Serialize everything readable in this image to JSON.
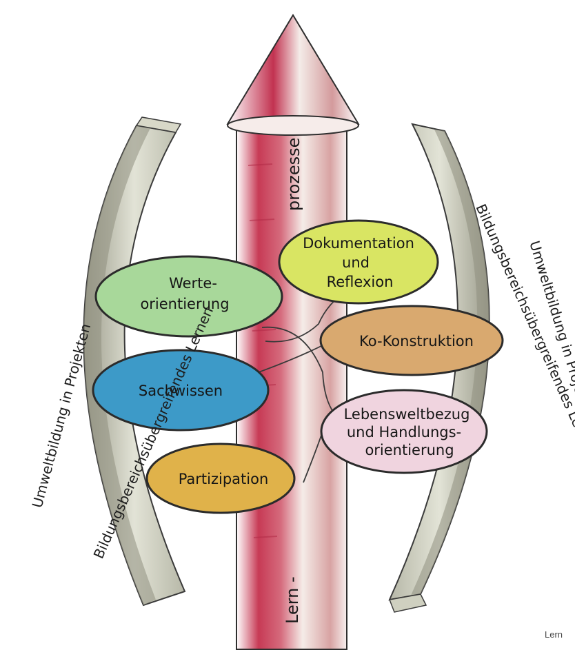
{
  "pillar": {
    "text_top": "prozesse",
    "text_bottom": "Lern -"
  },
  "ovals": [
    {
      "id": "werte",
      "lines": [
        "Werte-",
        "orientierung"
      ],
      "color": "#a8d89a"
    },
    {
      "id": "sachwissen",
      "lines": [
        "Sachwissen"
      ],
      "color": "#3d9ac8"
    },
    {
      "id": "partizipation",
      "lines": [
        "Partizipation"
      ],
      "color": "#e0b24a"
    },
    {
      "id": "dokumentation",
      "lines": [
        "Dokumentation",
        "und",
        "Reflexion"
      ],
      "color": "#d9e563"
    },
    {
      "id": "kokonstruktion",
      "lines": [
        "Ko-Konstruktion"
      ],
      "color": "#d9a96f"
    },
    {
      "id": "lebenswelt",
      "lines": [
        "Lebensweltbezug",
        "und Handlungs-",
        "orientierung"
      ],
      "color": "#f0d4df"
    }
  ],
  "arcs": {
    "left_outer": "Umweltbildung in Projekten",
    "left_inner": "Bildungsbereichsübergreifendes Lernen",
    "right_outer": "Umweltbildung in Projekten",
    "right_inner": "Bildungsbereichsübergreifendes Lernen"
  },
  "footer": "Lern"
}
